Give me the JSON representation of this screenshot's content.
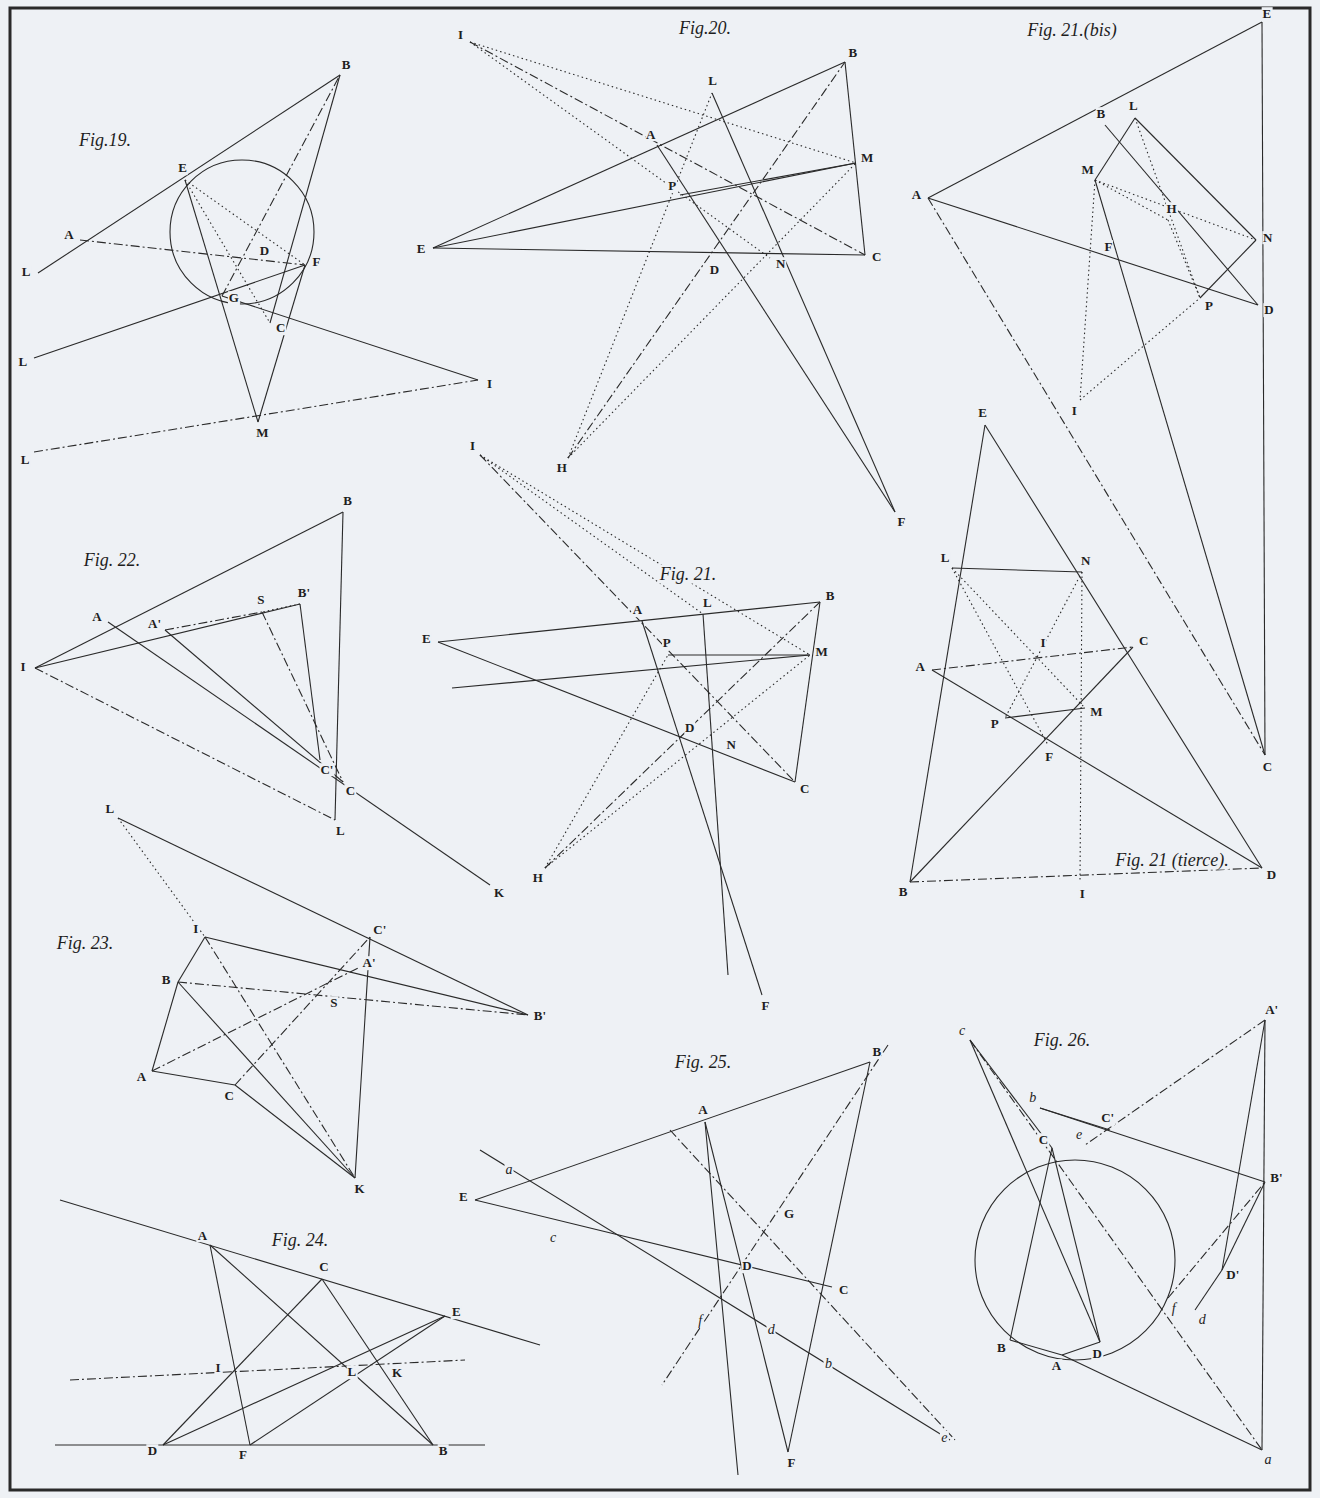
{
  "diagram": {
    "labels": [
      "Fig.19.",
      "B",
      "E",
      "A",
      "D",
      "F",
      "G",
      "C",
      "M",
      "I",
      "L",
      "L",
      "L",
      "Fig.20.",
      "I",
      "B",
      "L",
      "A",
      "M",
      "P",
      "E",
      "D",
      "N",
      "C",
      "H",
      "F",
      "Fig. 21.(bis)",
      "E",
      "A",
      "B",
      "L",
      "M",
      "H",
      "N",
      "F",
      "P",
      "D",
      "I",
      "C",
      "Fig. 22.",
      "B",
      "B'",
      "A",
      "A'",
      "S",
      "I",
      "C'",
      "C",
      "L",
      "K",
      "Fig. 21.",
      "I",
      "A",
      "L",
      "B",
      "E",
      "P",
      "M",
      "D",
      "N",
      "C",
      "H",
      "F",
      "Fig. 21 (tierce).",
      "E",
      "L",
      "N",
      "A",
      "I",
      "C",
      "P",
      "M",
      "F",
      "B",
      "I",
      "D",
      "Fig. 23.",
      "L",
      "I",
      "C'",
      "B",
      "A'",
      "S",
      "B'",
      "A",
      "C",
      "K",
      "Fig. 24.",
      "A",
      "C",
      "E",
      "I",
      "L",
      "K",
      "D",
      "F",
      "B",
      "Fig. 25.",
      "B",
      "A",
      "a",
      "E",
      "G",
      "c",
      "D",
      "C",
      "f",
      "d",
      "b",
      "e",
      "F",
      "Fig. 26.",
      "A'",
      "c",
      "b",
      "C'",
      "e",
      "C",
      "B'",
      "D'",
      "f",
      "d",
      "B",
      "A",
      "D",
      "a"
    ]
  }
}
